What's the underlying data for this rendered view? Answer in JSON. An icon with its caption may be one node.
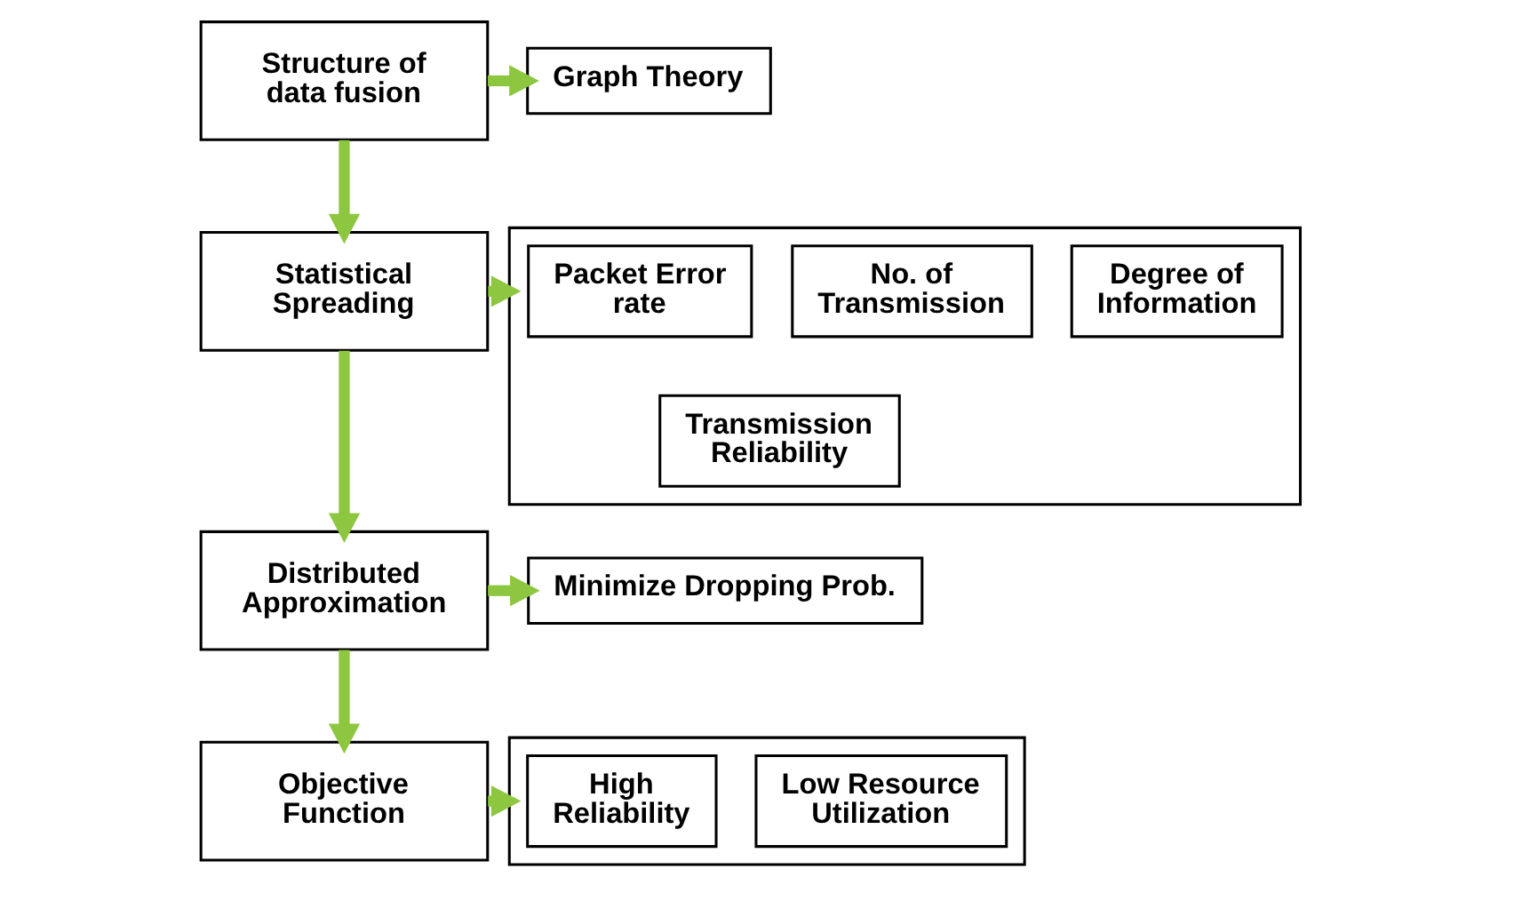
{
  "diagram": {
    "nodes": [
      {
        "text": [
          "Structure of data fusion"
        ]
      },
      {
        "text": [
          "Graph Theory"
        ]
      },
      {
        "text": [
          "Statistical Spreading"
        ]
      },
      {
        "text": [],
        "shape": "box"
      },
      {
        "text": [
          "Packet Error rate"
        ],
        "in": 3
      },
      {
        "text": [
          "No. of Transmission"
        ],
        "in": 3
      },
      {
        "text": [
          "Degree of Information"
        ],
        "in": 3
      },
      {
        "text": [
          "Transmission Reliability"
        ],
        "in": 3
      },
      {
        "text": [
          "Distributed Approximation"
        ]
      },
      {
        "text": [
          "Minimize Dropping Prob."
        ]
      },
      {
        "text": [
          "Objective Function"
        ]
      },
      {
        "text": [],
        "shape": "box"
      },
      {
        "text": [
          "High Reliability"
        ],
        "in": 11
      },
      {
        "text": [
          "Low Resource Utilization"
        ],
        "in": 11
      }
    ],
    "edges": [
      {
        "from": 0,
        "to": 1,
        "arrow": "to"
      },
      {
        "from": 0,
        "to": 2,
        "arrow": "to"
      },
      {
        "from": 2,
        "to": 3,
        "arrow": "to"
      },
      {
        "from": 2,
        "to": 8,
        "arrow": "to"
      },
      {
        "from": 8,
        "to": 9,
        "arrow": "to"
      },
      {
        "from": 8,
        "to": 10,
        "arrow": "to"
      },
      {
        "from": 10,
        "to": 11,
        "arrow": "to"
      }
    ]
  }
}
